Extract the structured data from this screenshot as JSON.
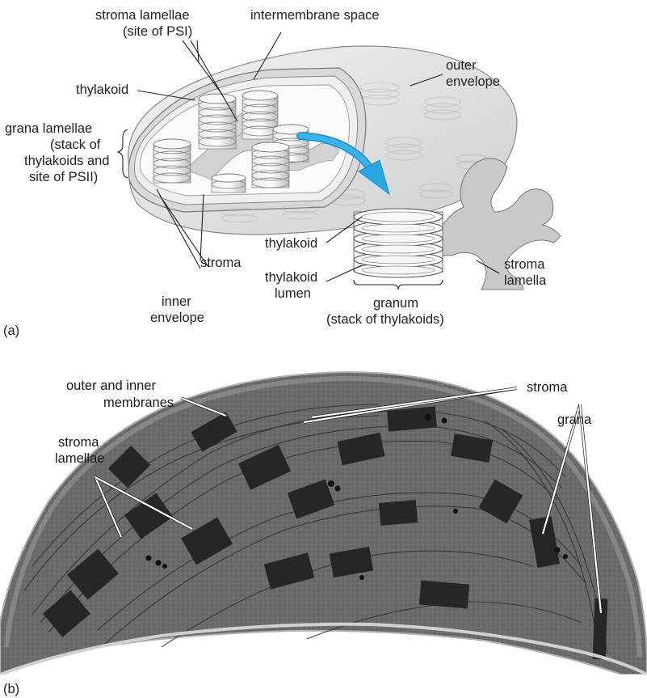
{
  "panel_a": {
    "tag": "(a)",
    "labels": {
      "stroma_lamellae": [
        "stroma lamellae",
        "(site of PSI)"
      ],
      "intermembrane_space": "intermembrane space",
      "outer_envelope": [
        "outer",
        "envelope"
      ],
      "thylakoid": "thylakoid",
      "grana_lamellae": [
        "grana lamellae",
        "(stack of",
        "thylakoids and",
        "site of PSII)"
      ],
      "stroma": "stroma",
      "inner_envelope": [
        "inner",
        "envelope"
      ],
      "thylakoid_2": "thylakoid",
      "thylakoid_lumen": [
        "thylakoid",
        "lumen"
      ],
      "granum": [
        "granum",
        "(stack of thylakoids)"
      ],
      "stroma_lamella": [
        "stroma",
        "lamella"
      ]
    }
  },
  "panel_b": {
    "tag": "(b)",
    "labels": {
      "outer_inner_membranes": [
        "outer and inner",
        "membranes"
      ],
      "stroma": "stroma",
      "grana": "grana",
      "stroma_lamellae": [
        "stroma",
        "lamellae"
      ]
    }
  },
  "colors": {
    "arrow": "#29a8e0",
    "micrograph": "#6f6f6f",
    "grana_dark": "#2a2a2a",
    "stroma_lamella_fill": "#c9c9c9",
    "chloroplast_outer": "#e3e3e3"
  },
  "icons": {
    "zoom_arrow": "curved-arrow-icon"
  }
}
